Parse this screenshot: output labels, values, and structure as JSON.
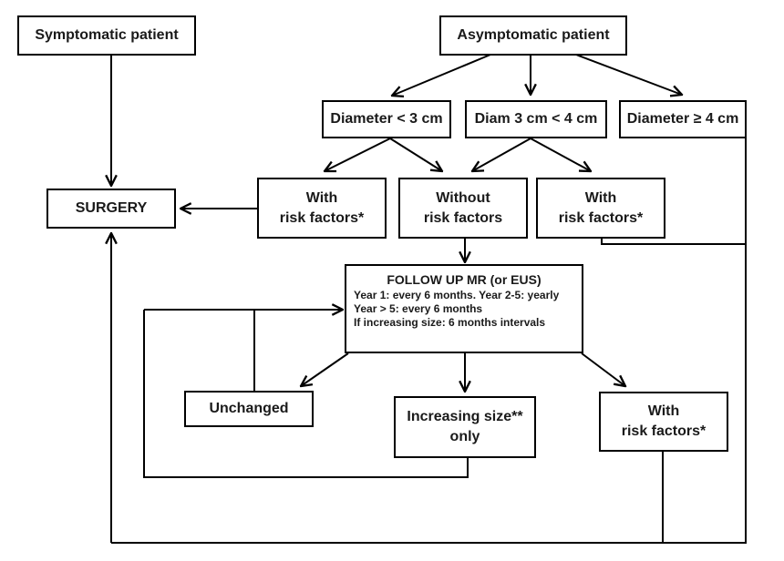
{
  "nodes": {
    "symptomatic": "Symptomatic patient",
    "asymptomatic": "Asymptomatic patient",
    "surgery": "SURGERY",
    "diam_small": "Diameter < 3 cm",
    "diam_mid": "Diam 3 cm < 4 cm",
    "diam_large": "Diameter ≥ 4 cm",
    "with_rf_left": [
      "With",
      "risk factors*"
    ],
    "without_rf": [
      "Without",
      "risk factors"
    ],
    "with_rf_right": [
      "With",
      "risk factors*"
    ],
    "follow_up": {
      "title": "FOLLOW UP MR (or EUS)",
      "lines": [
        "Year 1: every 6 months. Year 2-5: yearly",
        "Year > 5: every 6 months",
        "If increasing size: 6 months intervals"
      ]
    },
    "unchanged": "Unchanged",
    "increasing": [
      "Increasing size**",
      "only"
    ],
    "with_rf_bottom": [
      "With",
      "risk factors*"
    ]
  }
}
